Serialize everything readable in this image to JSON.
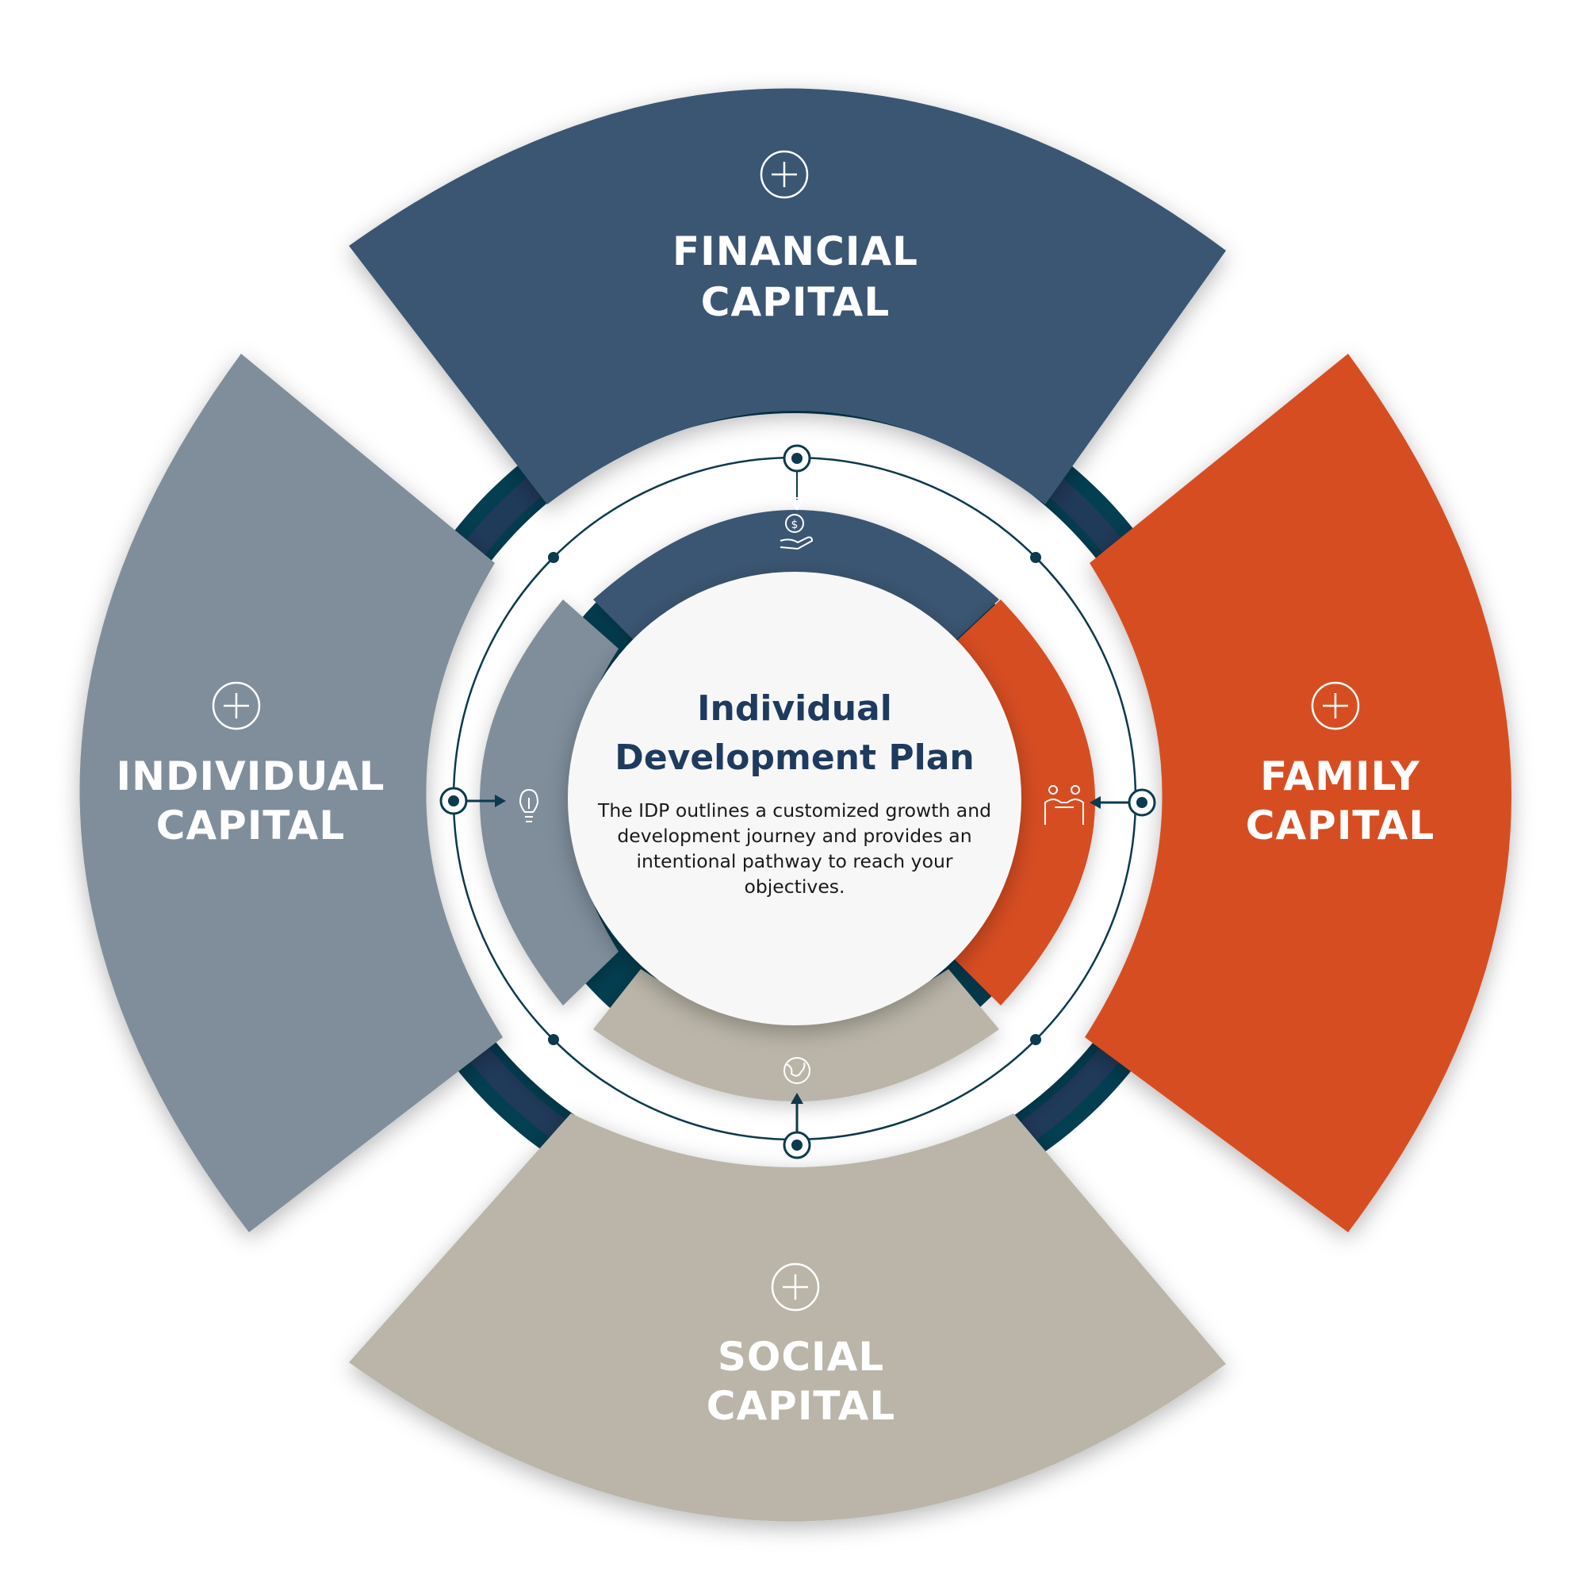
{
  "center": {
    "title_line1": "Individual",
    "title_line2": "Development Plan",
    "desc_line1": "The IDP outlines a customized growth and",
    "desc_line2": "development journey and provides an",
    "desc_line3": "intentional pathway to reach your",
    "desc_line4": "objectives."
  },
  "segments": {
    "financial": {
      "line1": "FINANCIAL",
      "line2": "CAPITAL",
      "icon": "dollar-hand-icon",
      "color": "#3a5673"
    },
    "family": {
      "line1": "FAMILY",
      "line2": "CAPITAL",
      "icon": "people-icon",
      "color": "#d74e22"
    },
    "social": {
      "line1": "SOCIAL",
      "line2": "CAPITAL",
      "icon": "globe-icon",
      "color": "#bab5a8"
    },
    "individual": {
      "line1": "INDIVIDUAL",
      "line2": "CAPITAL",
      "icon": "lightbulb-icon",
      "color": "#808e9c"
    }
  },
  "colors": {
    "dark_teal": "#033e51",
    "navy": "#203a5a",
    "line": "#0c3a4e"
  }
}
